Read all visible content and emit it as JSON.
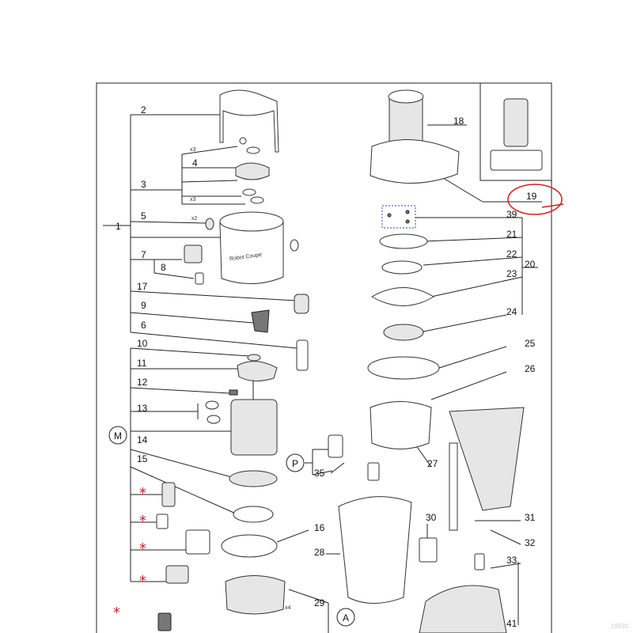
{
  "callouts": {
    "c1": "1",
    "c2": "2",
    "c3": "3",
    "c4": "4",
    "c5": "5",
    "c6": "6",
    "c7": "7",
    "c8": "8",
    "c9": "9",
    "c10": "10",
    "c11": "11",
    "c12": "12",
    "c13": "13",
    "c14": "14",
    "c15": "15",
    "c16": "16",
    "c17": "17",
    "c18": "18",
    "c19": "19",
    "c20": "20",
    "c21": "21",
    "c22": "22",
    "c23": "23",
    "c24": "24",
    "c25": "25",
    "c26": "26",
    "c27": "27",
    "c28": "28",
    "c29": "29",
    "c30": "30",
    "c31": "31",
    "c32": "32",
    "c33": "33",
    "c35": "35",
    "c39": "39",
    "c41": "41"
  },
  "group_labels": {
    "m": "M",
    "p": "P",
    "a": "A"
  },
  "quantities": {
    "x3a": "x3",
    "x3b": "x3",
    "x2": "x2",
    "x4": "x4"
  },
  "markers": {
    "star": "*"
  },
  "brand_text": "Robot Coupe",
  "watermark": "18830",
  "colors": {
    "red_marker": "#d42020",
    "line": "#222222"
  }
}
